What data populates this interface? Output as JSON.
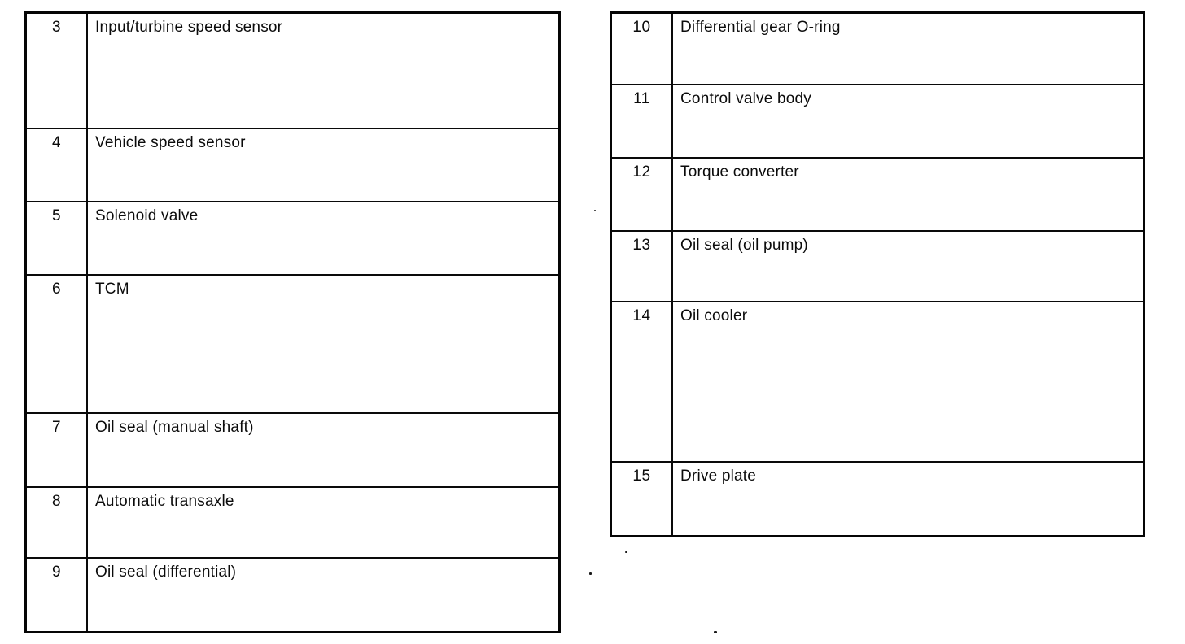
{
  "page": {
    "background_color": "#ffffff",
    "text_color": "#0b0b0b",
    "border_color": "#050505",
    "description": "Scanned parts-legend tables, automatic transaxle components"
  },
  "left_table": {
    "rows": [
      {
        "num": "3",
        "label": "Input/turbine speed sensor"
      },
      {
        "num": "4",
        "label": "Vehicle speed sensor"
      },
      {
        "num": "5",
        "label": "Solenoid valve"
      },
      {
        "num": "6",
        "label": "TCM"
      },
      {
        "num": "7",
        "label": "Oil seal (manual shaft)"
      },
      {
        "num": "8",
        "label": "Automatic transaxle"
      },
      {
        "num": "9",
        "label": "Oil seal (differential)"
      }
    ]
  },
  "right_table": {
    "rows": [
      {
        "num": "10",
        "label": "Differential gear O-ring"
      },
      {
        "num": "11",
        "label": "Control valve body"
      },
      {
        "num": "12",
        "label": "Torque converter"
      },
      {
        "num": "13",
        "label": "Oil seal (oil pump)"
      },
      {
        "num": "14",
        "label": "Oil cooler"
      },
      {
        "num": "15",
        "label": "Drive plate"
      }
    ]
  }
}
